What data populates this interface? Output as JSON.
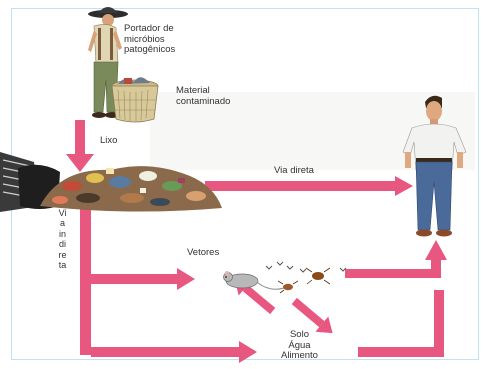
{
  "labels": {
    "carrier": "Portador de\nmicróbios\npatogênicos",
    "contaminated_material": "Material\ncontaminado",
    "trash": "Lixo",
    "direct_route": "Via direta",
    "indirect_route": "Via indireta",
    "vectors": "Vetores",
    "environment": "Solo\nÁgua\nAlimento"
  },
  "colors": {
    "arrow": "#e8577f",
    "arrow_light": "#f2a3bb",
    "frame": "#bfe3f3"
  },
  "icons": {
    "carrier": "man-with-hat-icon",
    "bin": "trash-bin-icon",
    "garbage": "garbage-pile-icon",
    "truck": "garbage-truck-icon",
    "person": "healthy-man-icon",
    "rat": "rat-icon",
    "insects": "flies-icon",
    "cockroaches": "cockroach-icon"
  }
}
